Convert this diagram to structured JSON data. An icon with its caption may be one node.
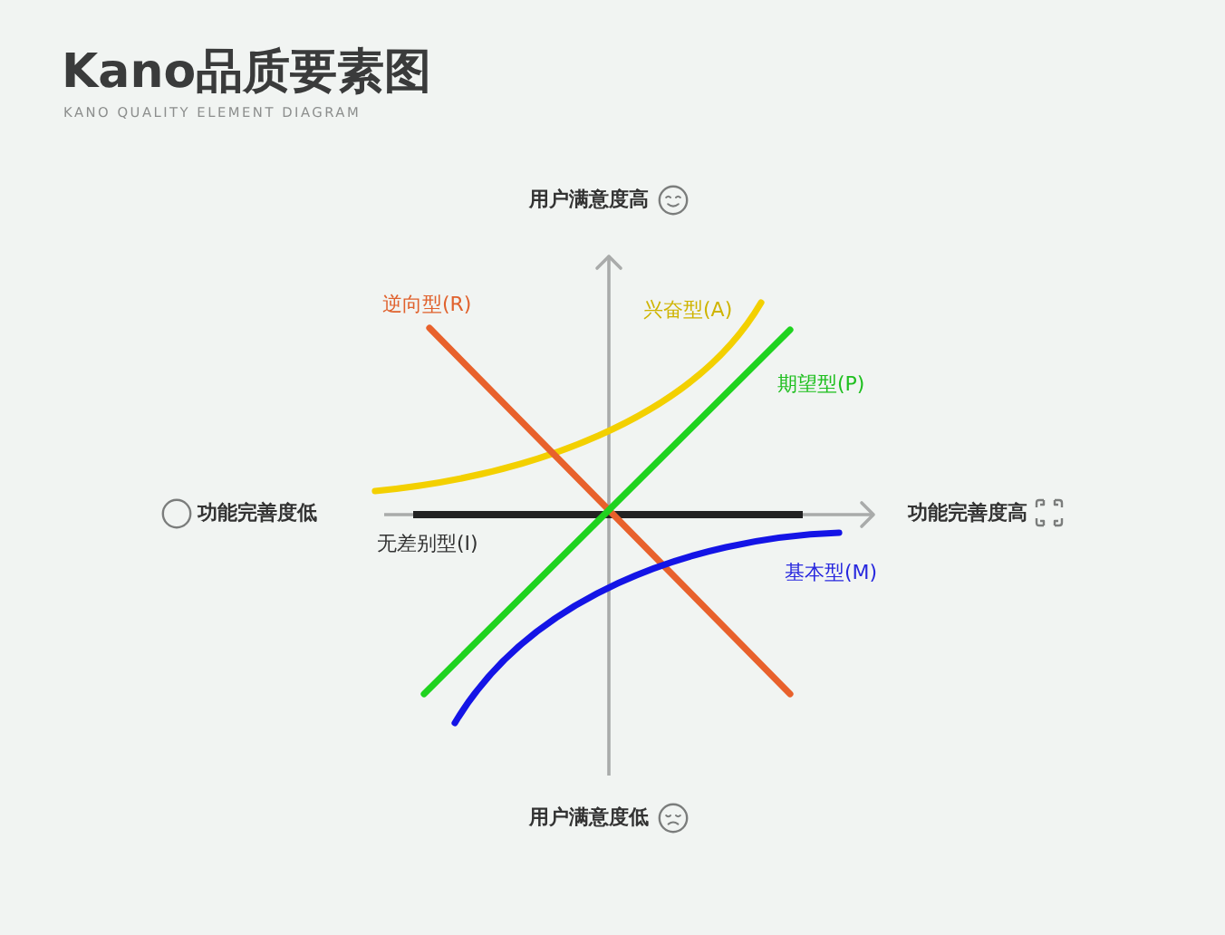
{
  "diagram": {
    "title": "Kano品质要素图",
    "labels": [
      "KANO QUALITY ELEMENT DIAGRAM",
      "用户满意度高",
      "逆向型(R)",
      "兴奋型(A)",
      "期望型(P)",
      "功能完善度低",
      "功能完善度高",
      "无差别型(I)",
      "基本型(M)",
      "用户满意度低"
    ]
  }
}
